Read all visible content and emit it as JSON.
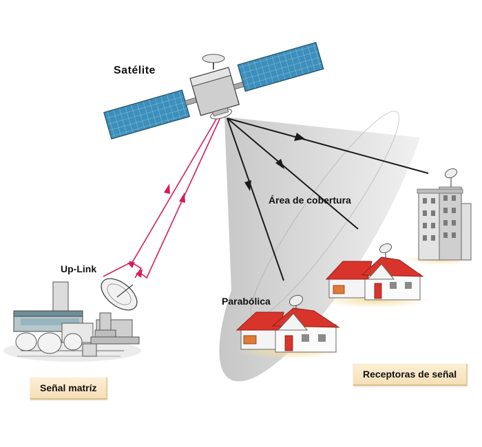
{
  "labels": {
    "satellite": "Satélite",
    "coverage_area": "Área de cobertura",
    "uplink": "Up-Link",
    "dish": "Parabólica"
  },
  "tags": {
    "source": "Señal matríz",
    "receivers": "Receptoras de señal"
  },
  "colors": {
    "uplink_beam": "#d81b5a",
    "downlink_beam": "#1a1a1a",
    "coverage_cone": "#d6d6d6",
    "solar_panel": "#3f93bd",
    "roof": "#d9342b",
    "tag_background": "#f5dfb6"
  }
}
